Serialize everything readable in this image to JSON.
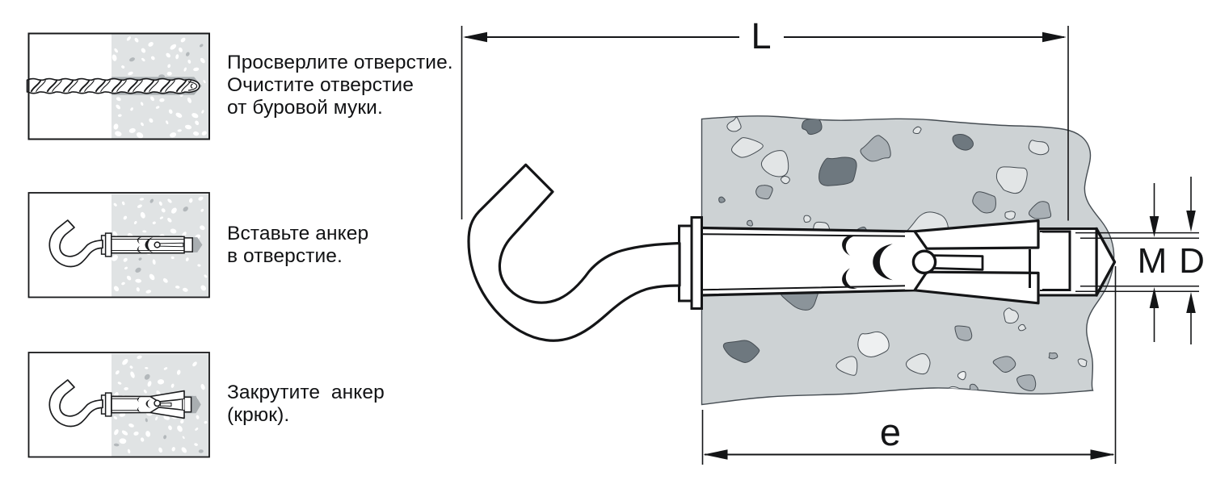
{
  "figure": {
    "language": "ru",
    "kind": "anchor-bolt-installation-instructions"
  },
  "steps": [
    {
      "index": 1,
      "lines": [
        "Просверлите отверстие.",
        "Очистите отверстие",
        "от буровой муки."
      ]
    },
    {
      "index": 2,
      "lines": [
        "Вставьте анкер",
        "в отверстие."
      ]
    },
    {
      "index": 3,
      "lines": [
        "Закрутите  анкер",
        "(крюк)."
      ]
    }
  ],
  "dimensions": {
    "total_length_label": "L",
    "embedment_depth_label": "e",
    "thread_label": "M",
    "drill_diameter_label": "D"
  },
  "colors": {
    "background": "#ffffff",
    "line": "#141517",
    "concrete": "#cdd2d4",
    "box_concrete": "#e0e3e4",
    "stone_light": "#e2e5e6",
    "stone_mid": "#a9b0b5",
    "stone_dark": "#6e787f",
    "hole_gray": "#a9aeb1"
  }
}
